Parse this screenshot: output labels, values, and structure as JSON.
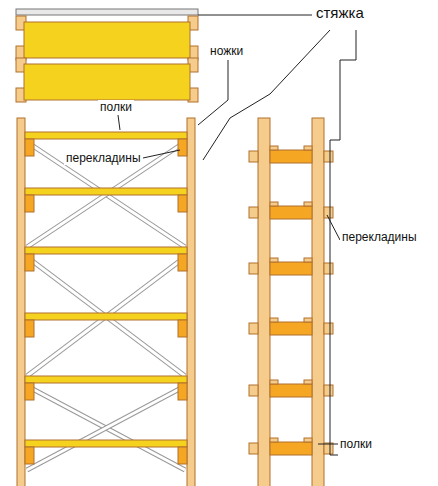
{
  "diagram": {
    "labels": [
      "стяжка",
      "ножки",
      "полки",
      "перекладины",
      "перекладины",
      "полки"
    ]
  }
}
